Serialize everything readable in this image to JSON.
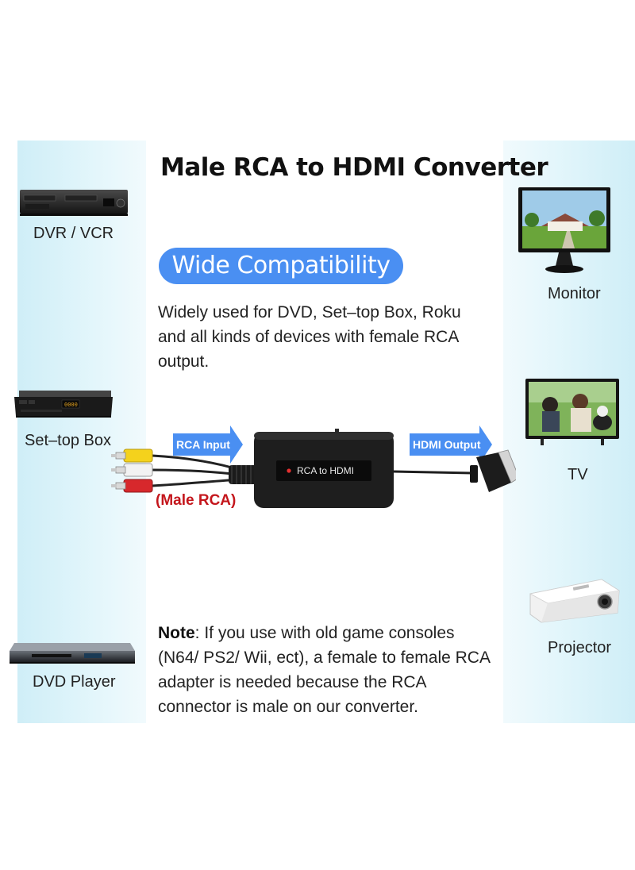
{
  "title": "Male RCA to HDMI Converter",
  "badge": "Wide Compatibility",
  "description": "Widely used for DVD, Set–top Box, Roku and all kinds of devices with female RCA output.",
  "note": {
    "label": "Note",
    "text": ": If you use with old game consoles (N64/ PS2/ Wii, ect), a female to female RCA adapter is needed because the RCA connector is male on our converter."
  },
  "left_devices": [
    {
      "label": "DVR / VCR",
      "icon": "dvr-vcr-icon"
    },
    {
      "label": "Set–top Box",
      "icon": "set-top-box-icon"
    },
    {
      "label": "DVD Player",
      "icon": "dvd-player-icon"
    }
  ],
  "right_devices": [
    {
      "label": "Monitor",
      "icon": "monitor-icon"
    },
    {
      "label": "TV",
      "icon": "tv-icon"
    },
    {
      "label": "Projector",
      "icon": "projector-icon"
    }
  ],
  "converter": {
    "input_label": "RCA Input",
    "output_label": "HDMI Output",
    "device_label": "RCA to HDMI",
    "plug_label": "(Male RCA)"
  },
  "colors": {
    "accent_blue": "#4a8ff2",
    "panel_cyan": "#d6f1f8",
    "red_text": "#c4161c",
    "rca_yellow": "#f4d21c",
    "rca_white": "#f2f2f2",
    "rca_red": "#d7282c"
  }
}
